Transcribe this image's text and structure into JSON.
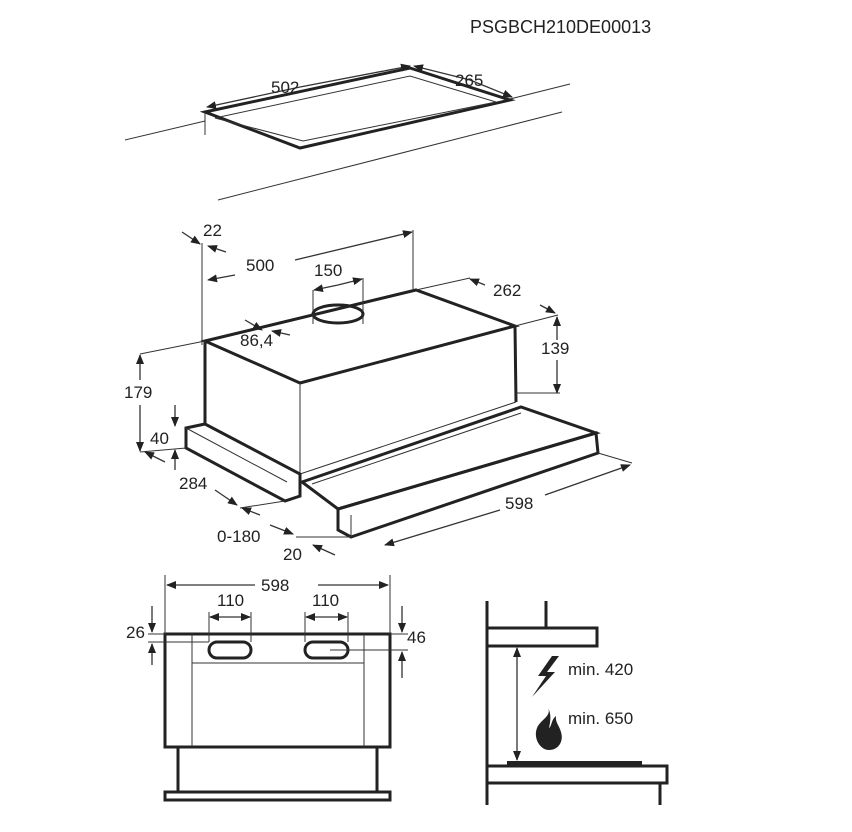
{
  "title": "PSGBCH210DE00013",
  "cutout": {
    "width": "502",
    "depth": "265"
  },
  "hood": {
    "d22": "22",
    "d500": "500",
    "d150": "150",
    "d262": "262",
    "d86": "86,4",
    "d139": "139",
    "d179": "179",
    "d40": "40",
    "d284": "284",
    "d598": "598",
    "d0180": "0-180",
    "d20": "20"
  },
  "front": {
    "width": "598",
    "slot1": "110",
    "slot2": "110",
    "d26": "26",
    "d46": "46"
  },
  "side": {
    "electric": "min. 420",
    "gas": "min. 650"
  },
  "icons": {
    "electric": "lightning-icon",
    "gas": "flame-icon"
  }
}
